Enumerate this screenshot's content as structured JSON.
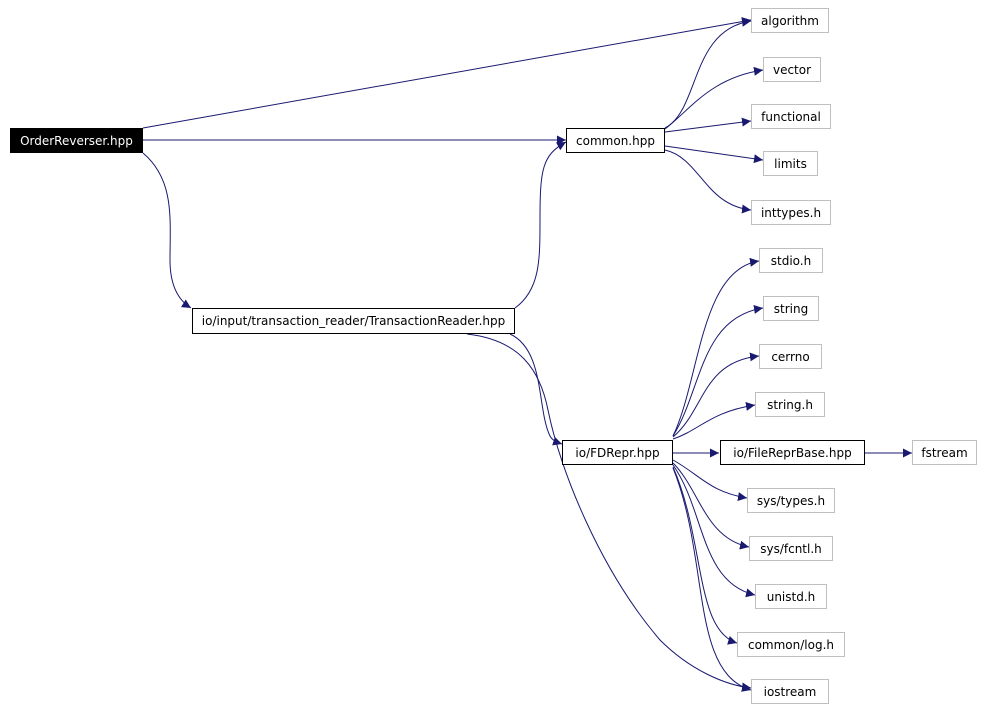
{
  "graph": {
    "edge_color": "#191970",
    "nodes": [
      {
        "id": "orderreverser",
        "label": "OrderReverser.hpp",
        "kind": "root"
      },
      {
        "id": "algorithm",
        "label": "algorithm",
        "kind": "ext"
      },
      {
        "id": "common",
        "label": "common.hpp",
        "kind": "doc"
      },
      {
        "id": "vector",
        "label": "vector",
        "kind": "ext"
      },
      {
        "id": "functional",
        "label": "functional",
        "kind": "ext"
      },
      {
        "id": "limits",
        "label": "limits",
        "kind": "ext"
      },
      {
        "id": "inttypes",
        "label": "inttypes.h",
        "kind": "ext"
      },
      {
        "id": "transactionreader",
        "label": "io/input/transaction_reader/TransactionReader.hpp",
        "kind": "doc"
      },
      {
        "id": "stdio",
        "label": "stdio.h",
        "kind": "ext"
      },
      {
        "id": "string",
        "label": "string",
        "kind": "ext"
      },
      {
        "id": "cerrno",
        "label": "cerrno",
        "kind": "ext"
      },
      {
        "id": "stringh",
        "label": "string.h",
        "kind": "ext"
      },
      {
        "id": "fdrepr",
        "label": "io/FDRepr.hpp",
        "kind": "doc"
      },
      {
        "id": "filereprbase",
        "label": "io/FileReprBase.hpp",
        "kind": "doc"
      },
      {
        "id": "fstream",
        "label": "fstream",
        "kind": "ext"
      },
      {
        "id": "systypes",
        "label": "sys/types.h",
        "kind": "ext"
      },
      {
        "id": "sysfcntl",
        "label": "sys/fcntl.h",
        "kind": "ext"
      },
      {
        "id": "unistd",
        "label": "unistd.h",
        "kind": "ext"
      },
      {
        "id": "commonlog",
        "label": "common/log.h",
        "kind": "ext"
      },
      {
        "id": "iostream",
        "label": "iostream",
        "kind": "ext"
      }
    ]
  }
}
